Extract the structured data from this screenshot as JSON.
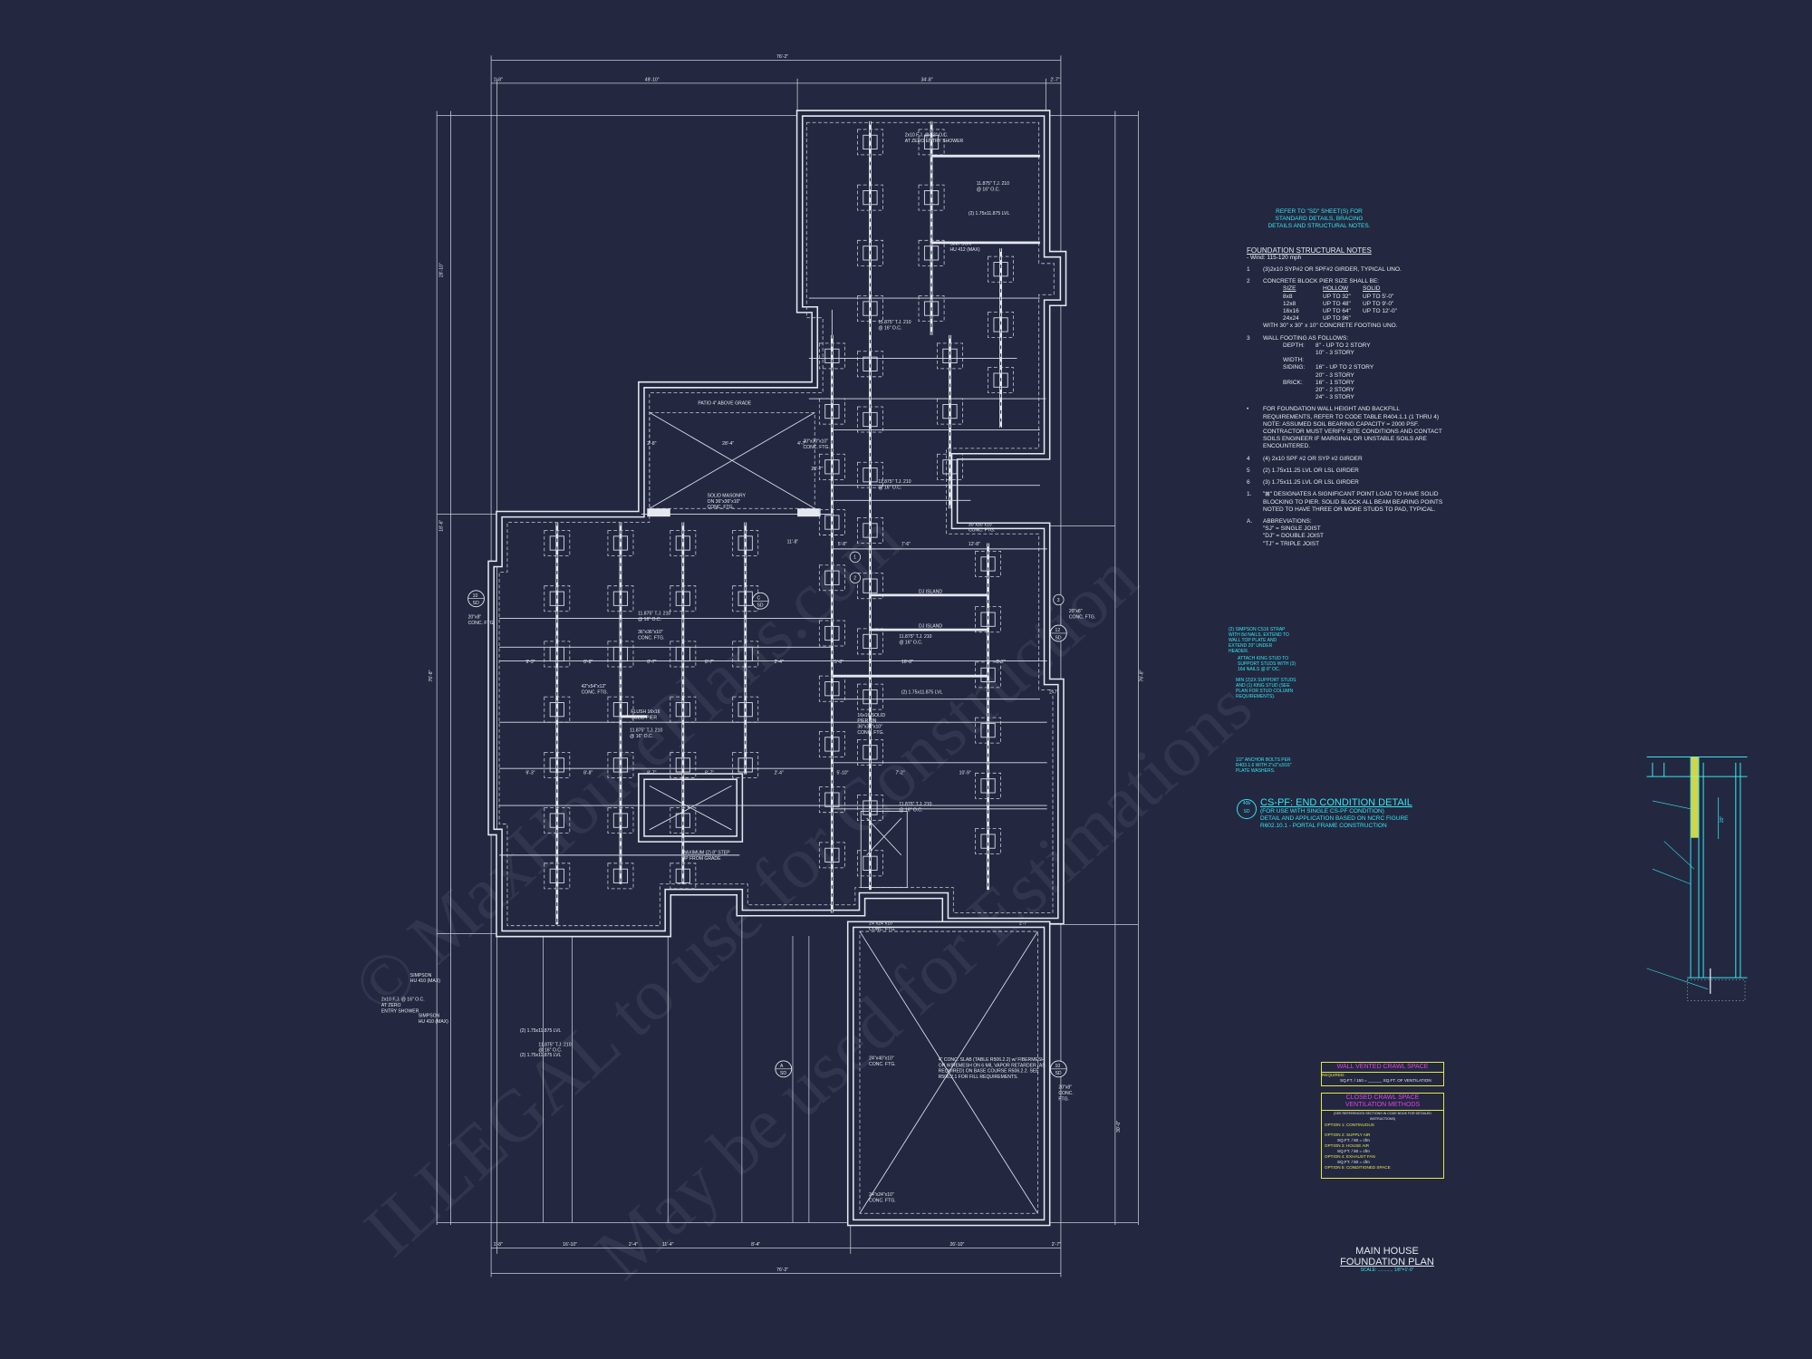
{
  "watermark": [
    "© MaxHousePlans.com",
    "ILLEGAL to use for Construction",
    "May be used for Estimations"
  ],
  "colors": {
    "background": "#232840",
    "linework": "#e6e8f0",
    "detail": "#35e6f0",
    "table_border": "#e3e84a",
    "table_title": "#e040e6"
  },
  "dimensions": {
    "top": [
      "76'-2\"",
      "1'-8\"",
      "49'-10\"",
      "34'-8\"",
      "2'-7\""
    ],
    "bottom": [
      "76'-2\"",
      "1'-8\"",
      "16'-10\"",
      "2'-4\"",
      "11'-4\"",
      "8'-4\"",
      "26'-10\"",
      "2'-7\""
    ],
    "left": [
      "28'-10\"",
      "18'-6\"",
      "76'-8\""
    ],
    "right": [
      "76'-8\"",
      "30'-0\""
    ],
    "interior": [
      "2'-8\"",
      "28'-4\"",
      "4'-7\"",
      "26'-7\"",
      "11'-8\"",
      "5'-8\"",
      "7'-6\"",
      "12'-8\"",
      "9'-3\"",
      "8'-8\"",
      "8'-7\"",
      "8'-7\"",
      "2'-4\"",
      "5'-8\"",
      "16'-8\"",
      "8'-2\"",
      "9'-3\"",
      "8'-8\"",
      "8'-7\"",
      "8'-7\"",
      "2'-4\"",
      "5'-10\"",
      "7'-2\"",
      "10'-9\"",
      "2'-7\"",
      "2'-7\""
    ]
  },
  "annotations": {
    "shower_joist_top": [
      "2x10 F.J. @ 12\" O.C.",
      "AT ZERO ENTRY SHOWER"
    ],
    "tji_upper": [
      "11.875\" T.J. 210",
      "@ 16\" O.C."
    ],
    "lvl_upper": "(2) 1.75x11.875 LVL",
    "simpson_upper": [
      "SIMPSON",
      "HU 412 (MAX)"
    ],
    "patio": "PATIO 4\" ABOVE GRADE",
    "patio_ftg": [
      "30\"x30\"x10\"",
      "CONC. FTG."
    ],
    "masonry": [
      "SOLID MASONRY",
      "ON 36\"x36\"x10\"",
      "CONC. FTG."
    ],
    "tji_mid1": [
      "11.875\" T.J. 210",
      "@ 16\" O.C."
    ],
    "tji_mid2": [
      "11.875\" T.J. 210",
      "@ 16\" O.C."
    ],
    "right_ftg": [
      "30\"x30\"x10\"",
      "CONC. FTG."
    ],
    "dj_island": [
      "DJ ISLAND",
      "DJ ISLAND"
    ],
    "left_tji": [
      "11.875\" T.J. 210",
      "@ 16\" O.C."
    ],
    "left_ftg": [
      "36\"x36\"x10\"",
      "CONC. FTG."
    ],
    "big_ftg": [
      "42\"x54\"x12\"",
      "CONC. FTG."
    ],
    "flush_pier": [
      "FLUSH 16x16",
      "SOLID PIER"
    ],
    "left_tji2": [
      "11.875\" T.J. 210",
      "@ 16\" O.C."
    ],
    "solid_pier": [
      "16x16 SOLID",
      "PIER ON",
      "36\"x36\"x10\"",
      "CONC. FTG."
    ],
    "lvl_mid": "(2) 1.75x11.875 LVL",
    "tji_right": [
      "11.875\" T.J. 210",
      "@ 16\" O.C."
    ],
    "tji_low": [
      "11.875\" T.J. 210",
      "@ 16\" O.C."
    ],
    "step": [
      "MAXIMUM (2) 8\" STEP",
      "UP FROM GRADE"
    ],
    "wall_ftg_left": [
      "20\"x8\"",
      "CONC. FTG."
    ],
    "wall_ftg_right": [
      "20\"x8\"",
      "CONC. FTG."
    ],
    "simpson_left1": [
      "SIMPSON",
      "HU 410 (MAX)"
    ],
    "simpson_left2": [
      "SIMPSON",
      "HU 410 (MAX)"
    ],
    "shower_joist_left": [
      "2x10 F.J. @ 16\" O.C.",
      "AT ZERO",
      "ENTRY SHOWER"
    ],
    "lvl_left1": "(2) 1.75x11.875 LVL",
    "lvl_left2": "(2) 1.75x11.875 LVL",
    "tji_left3": [
      "11.875\" T.J. 210",
      "@ 16\" O.C."
    ],
    "garage_ftg1": [
      "24\"x24\"x10\"",
      "CONC. FTG."
    ],
    "garage_ftg2": [
      "24\"x40\"x10\"",
      "CONC. FTG."
    ],
    "garage_ftg3": [
      "24\"x24\"x10\"",
      "CONC. FTG."
    ],
    "slab": [
      "4\" CONC. SLAB (TABLE R506.2.2) w/ FIBERMESH",
      "OR WIREMESH ON 6 MIL VAPOR RETARDER (AS",
      "REQUIRED) ON BASE COURSE R506.2.2. SEE",
      "R506.2.1 FOR FILL REQUIREMENTS."
    ],
    "garage_wall_ftg": [
      "20\"x8\"",
      "CONC.",
      "FTG."
    ]
  },
  "section_markers": [
    {
      "top": "10",
      "bottom": "SD"
    },
    {
      "top": "C",
      "bottom": "SD"
    },
    {
      "top": "12",
      "bottom": "SD"
    },
    {
      "top": "A",
      "bottom": "SD"
    },
    {
      "top": "10",
      "bottom": "SD"
    }
  ],
  "note_markers": [
    "1",
    "2",
    "3"
  ],
  "notes": {
    "refer": [
      "REFER TO \"SD\" SHEET(S) FOR",
      "STANDARD DETAILS, BRACING",
      "DETAILS AND STRUCTURAL NOTES."
    ],
    "title": "FOUNDATION STRUCTURAL NOTES",
    "wind": "- Wind: 115-120 mph",
    "items": [
      {
        "num": "1",
        "text": "(3)2x10 SYP#2 OR SPF#2 GIRDER, TYPICAL UNO."
      },
      {
        "num": "2",
        "text": "CONCRETE BLOCK PIER SIZE SHALL BE:"
      },
      {
        "num": "3",
        "text": "WALL FOOTING AS FOLLOWS:"
      },
      {
        "num": "•",
        "text": "FOR FOUNDATION WALL HEIGHT AND BACKFILL REQUIREMENTS, REFER TO CODE TABLE R404.1.1 (1 THRU 4) NOTE: ASSUMED SOIL BEARING CAPACITY = 2000 PSF. CONTRACTOR MUST VERIFY SITE CONDITIONS AND CONTACT SOILS ENGINEER IF MARGINAL OR UNSTABLE SOILS ARE ENCOUNTERED."
      },
      {
        "num": "4",
        "text": "(4) 2x10 SPF #2 OR SYP #2 GIRDER"
      },
      {
        "num": "5",
        "text": "(2) 1.75x11.25 LVL OR LSL GIRDER"
      },
      {
        "num": "6",
        "text": "(3) 1.75x11.25 LVL OR LSL GIRDER"
      },
      {
        "num": "1.",
        "text": "\"⊠\" DESIGNATES A SIGNIFICANT POINT LOAD TO HAVE SOLID BLOCKING TO PIER. SOLID BLOCK ALL BEAM BEARING POINTS NOTED TO HAVE THREE OR MORE STUDS TO PAD, TYPICAL."
      },
      {
        "num": "A.",
        "text": "ABBREVIATIONS:"
      }
    ],
    "pier_table": {
      "headers": [
        "SIZE",
        "HOLLOW",
        "SOLID"
      ],
      "rows": [
        [
          "8x8",
          "UP TO 32\"",
          "UP TO 5'-0\""
        ],
        [
          "12x8",
          "UP TO 48\"",
          "UP TO 9'-0\""
        ],
        [
          "16x16",
          "UP TO 64\"",
          "UP TO 12'-0\""
        ],
        [
          "24x24",
          "UP TO 96\"",
          ""
        ]
      ],
      "footing": "WITH 30\" x 30\" x 10\" CONCRETE FOOTING UNO."
    },
    "wall_footing": {
      "depth_label": "DEPTH:",
      "depth": [
        "8\" - UP TO 2 STORY",
        "10\" - 3 STORY"
      ],
      "width_label": "WIDTH:",
      "siding_label": "SIDING:",
      "siding": [
        "16\" - UP TO 2 STORY",
        "20\" - 3 STORY"
      ],
      "brick_label": "BRICK:",
      "brick": [
        "16\" - 1 STORY",
        "20\" - 2 STORY",
        "24\" - 3 STORY"
      ]
    },
    "abbreviations": [
      "\"SJ\" = SINGLE JOIST",
      "\"DJ\" = DOUBLE JOIST",
      "\"TJ\" = TRIPLE JOIST"
    ]
  },
  "detail": {
    "labels": [
      "(2) SIMPSON CS16 STRAP WITH 8d NAILS. EXTEND TO WALL TOP PLATE AND EXTEND 20\" UNDER HEADER.",
      "ATTACH KING STUD TO SUPPORT STUDS WITH (3) 16d NAILS @ 8\" OC.",
      "MIN (2)2X SUPPORT STUDS AND (1) KING STUD (SEE PLAN FOR STUD COLUMN REQUIREMENTS).",
      "1/2\" ANCHOR BOLTS PER R403.1.6 WITH 2\"x2\"x3/16\" PLATE WASHERS."
    ],
    "dim": "20\"",
    "marker": {
      "top": "40b",
      "bottom": "SD"
    },
    "title": "CS-PF: END CONDITION DETAIL",
    "subtitle": [
      "(FOR USE WITH SINGLE CS-PF CONDITION)",
      "DETAIL AND APPLICATION BASED ON NCRC FIGURE",
      "R602.10.1 - PORTAL FRAME CONSTRUCTION"
    ]
  },
  "crawl_tables": {
    "wall_vented": {
      "title": "WALL VENTED CRAWL SPACE",
      "required": "REQUIRED:",
      "row": [
        "SQ.FT. / 150 =",
        "SQ.FT. OF VENTILATION"
      ]
    },
    "closed": {
      "title": [
        "CLOSED CRAWL SPACE",
        "VENTILATION METHODS"
      ],
      "ref": "(SEE REFERENCED SECTIONS IN CODE BOOK FOR DETAILED INSTRUCTIONS)",
      "options": [
        {
          "label": "OPTION 1: CONTINUOUS",
          "row": ""
        },
        {
          "label": "OPTION 2: SUPPLY AIR",
          "row": "SQ.FT. / 50 =  cfm"
        },
        {
          "label": "OPTION 3: HOUSE AIR",
          "row": "SQ.FT. / 50 =  cfm"
        },
        {
          "label": "OPTION 4: EXHAUST FAN",
          "row": "SQ.FT. / 50 =  cfm"
        },
        {
          "label": "OPTION 5: CONDITIONED SPACE",
          "row": ""
        }
      ]
    }
  },
  "plan_title": {
    "line1": "MAIN HOUSE",
    "line2": "FOUNDATION PLAN",
    "scale": "SCALE: ............ 1/8\"=1'-0\""
  }
}
